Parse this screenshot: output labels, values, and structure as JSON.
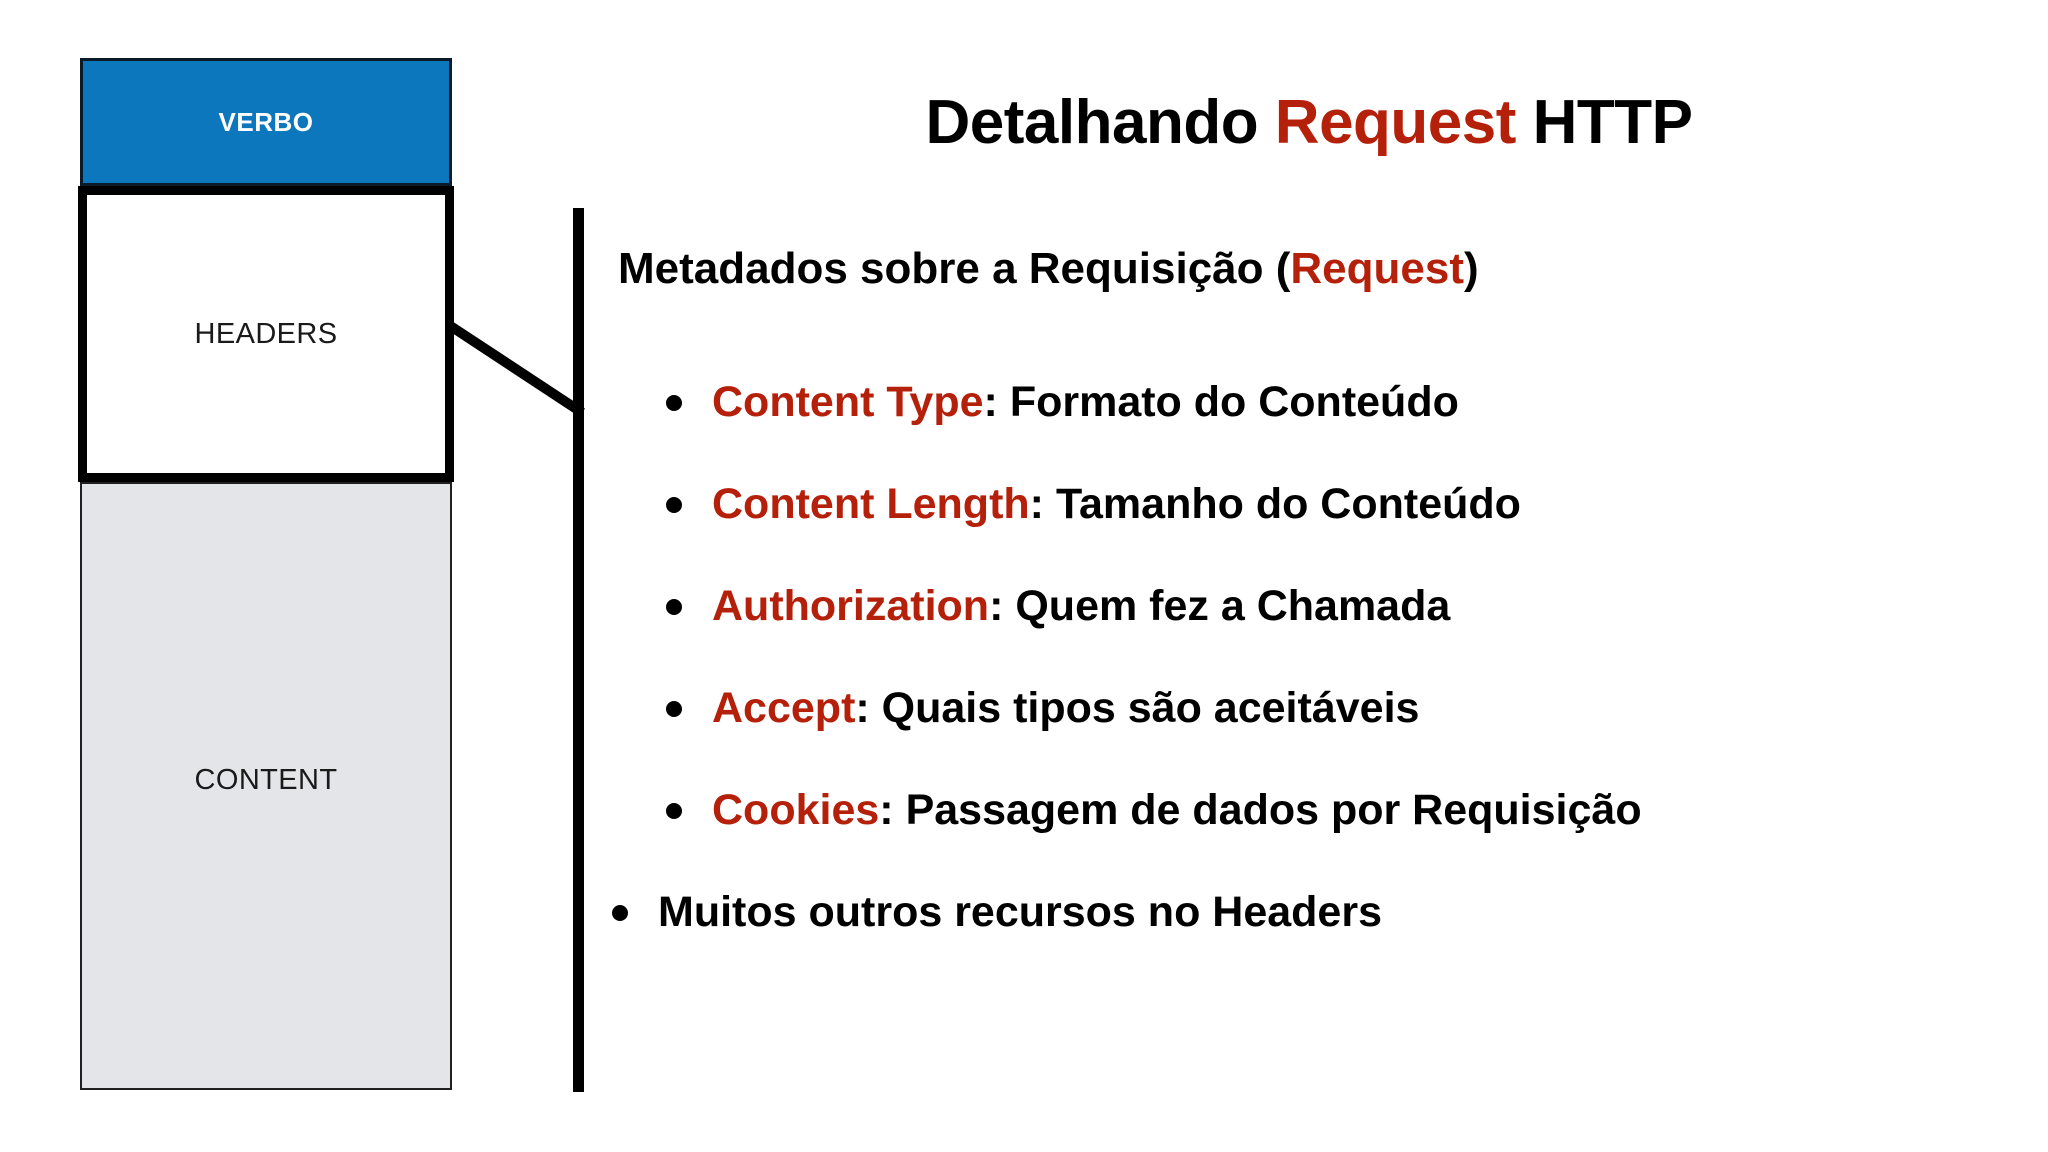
{
  "slide": {
    "title_parts": {
      "before": "Detalhando ",
      "accent": "Request",
      "after": " HTTP"
    }
  },
  "diagram": {
    "verbo_label": "VERBO",
    "headers_label": "HEADERS",
    "content_label": "CONTENT",
    "verbo_fill": "#0c77bc",
    "headers_fill": "#ffffff",
    "content_fill": "#e3e5e9",
    "stroke": "#000000",
    "connector_name": "headers-callout-connector"
  },
  "main": {
    "intro": {
      "before": "Metadados sobre a Requisição (",
      "accent": "Request",
      "after": ")"
    },
    "bullets": [
      {
        "term": "Content Type",
        "separator": ": ",
        "rest": "Formato do Conteúdo",
        "indent": "deep"
      },
      {
        "term": "Content Length",
        "separator": ": ",
        "rest": "Tamanho do Conteúdo",
        "indent": "deep"
      },
      {
        "term": "Authorization",
        "separator": ": ",
        "rest": "Quem fez a Chamada",
        "indent": "deep"
      },
      {
        "term": "Accept",
        "separator": ": ",
        "rest": "Quais tipos são aceitáveis",
        "indent": "deep"
      },
      {
        "term": "Cookies",
        "separator": ": ",
        "rest": "Passagem de dados por Requisição",
        "indent": "deep"
      },
      {
        "term": "",
        "separator": "",
        "rest": "Muitos outros recursos no Headers",
        "indent": "shallow"
      }
    ]
  },
  "colors": {
    "accent_red": "#b5200a",
    "brand_blue": "#0c77bc",
    "content_gray": "#e3e5e9",
    "text_black": "#000000"
  }
}
